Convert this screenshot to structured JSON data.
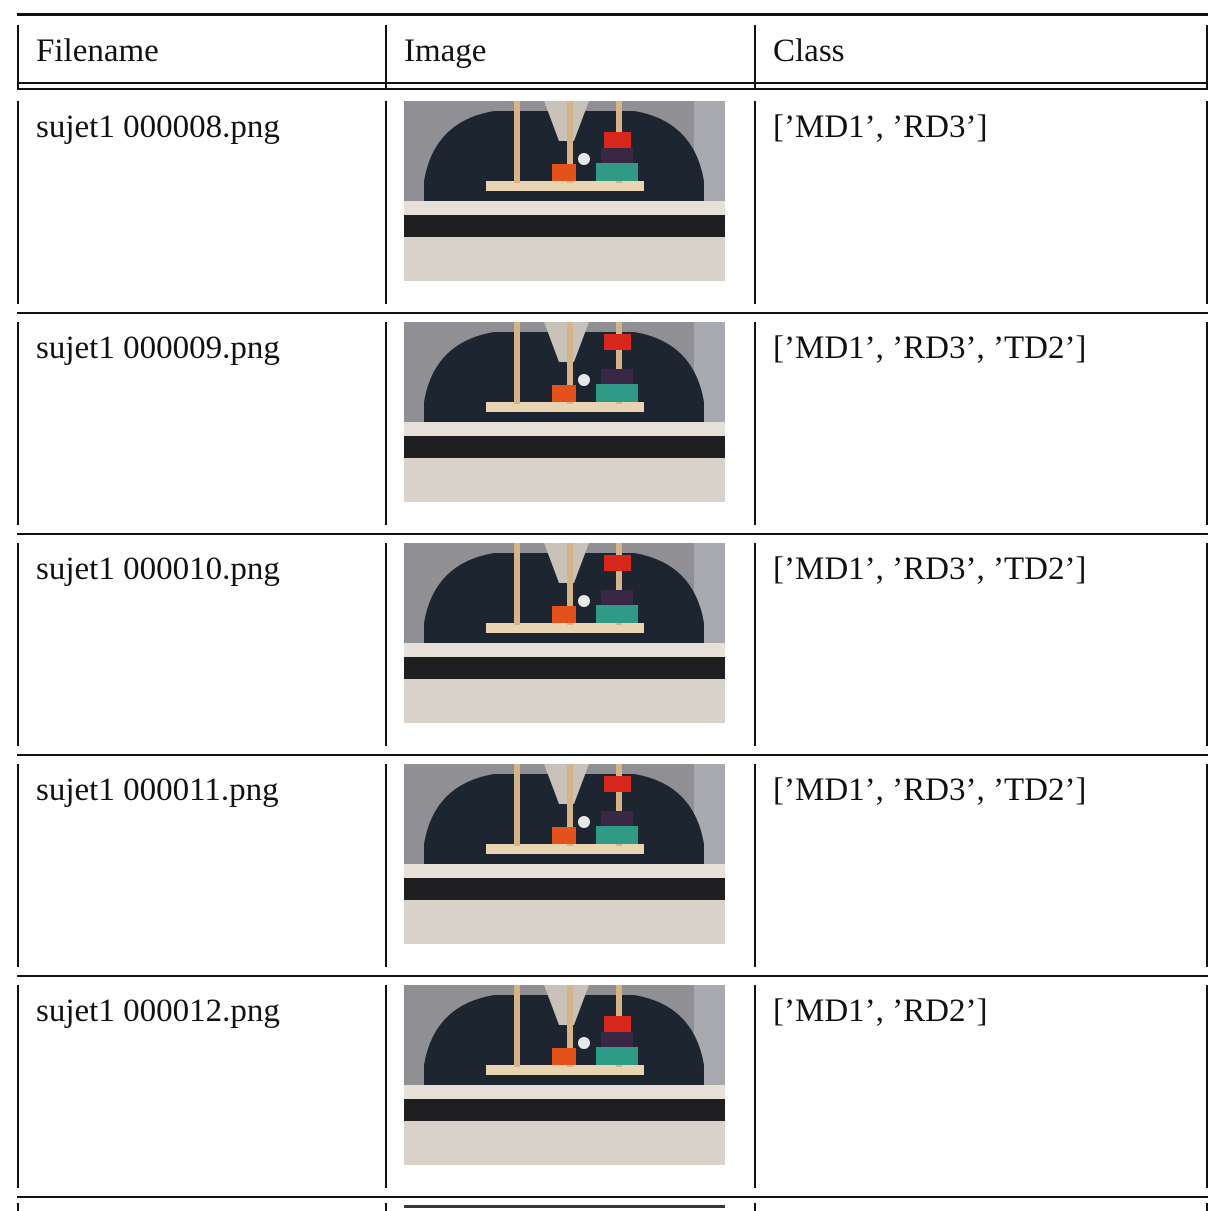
{
  "table": {
    "headers": [
      "Filename",
      "Image",
      "Class"
    ],
    "rows": [
      {
        "filename": "sujet1 000008.png",
        "class_label": "[’MD1’, ’RD3’]",
        "image_icon": "frame-thumbnail-icon"
      },
      {
        "filename": "sujet1 000009.png",
        "class_label": "[’MD1’, ’RD3’, ’TD2’]",
        "image_icon": "frame-thumbnail-icon"
      },
      {
        "filename": "sujet1 000010.png",
        "class_label": "[’MD1’, ’RD3’, ’TD2’]",
        "image_icon": "frame-thumbnail-icon"
      },
      {
        "filename": "sujet1 000011.png",
        "class_label": "[’MD1’, ’RD3’, ’TD2’]",
        "image_icon": "frame-thumbnail-icon"
      },
      {
        "filename": "sujet1 000012.png",
        "class_label": "[’MD1’, ’RD2’]",
        "image_icon": "frame-thumbnail-icon"
      }
    ]
  },
  "colors": {
    "rule": "#111111",
    "shirt": "#1d2530",
    "wall": "#8f8f94",
    "board": "#e8d4b0",
    "disk_red": "#d8281e",
    "disk_orange": "#e4521c",
    "disk_purple": "#3a2746",
    "disk_teal": "#2f9a86",
    "desk": "#d8d2cb"
  }
}
